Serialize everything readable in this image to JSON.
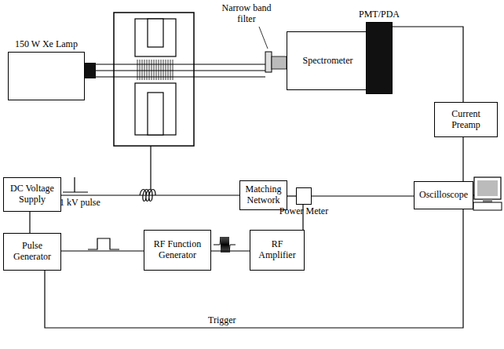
{
  "diagram": {
    "nodes": [
      {
        "text": [
          "150 W Xe Lamp"
        ]
      },
      {
        "text": [
          "Spectrometer"
        ]
      },
      {
        "text": [
          "PMT/PDA"
        ]
      },
      {
        "text": [
          "Current Preamp"
        ]
      },
      {
        "text": [
          "DC Voltage Supply"
        ]
      },
      {
        "text": [
          "Matching Network"
        ]
      },
      {
        "text": [
          "Power Meter"
        ]
      },
      {
        "text": [
          "Oscilloscope"
        ]
      },
      {
        "text": [
          "Pulse Generator"
        ]
      },
      {
        "text": [
          "RF Function Generator"
        ]
      },
      {
        "text": [
          "RF Amplifier"
        ]
      }
    ],
    "edges": [
      {
        "from": 2,
        "to": 3,
        "arrow": "none"
      },
      {
        "from": 3,
        "to": 7,
        "arrow": "none"
      },
      {
        "from": 5,
        "to": 6,
        "arrow": "none"
      },
      {
        "from": 6,
        "to": 7,
        "arrow": "none"
      },
      {
        "from": 10,
        "to": 6,
        "arrow": "none"
      },
      {
        "from": 4,
        "to": 8,
        "arrow": "none"
      },
      {
        "from": 8,
        "to": 9,
        "arrow": "none"
      },
      {
        "from": 9,
        "to": 10,
        "arrow": "none"
      },
      {
        "from": 4,
        "to": 5,
        "arrow": "none"
      },
      {
        "from": 8,
        "to": 7,
        "label": "Trigger",
        "arrow": "none"
      }
    ],
    "labels": [
      "Narrow band filter",
      "1 kV pulse"
    ]
  }
}
